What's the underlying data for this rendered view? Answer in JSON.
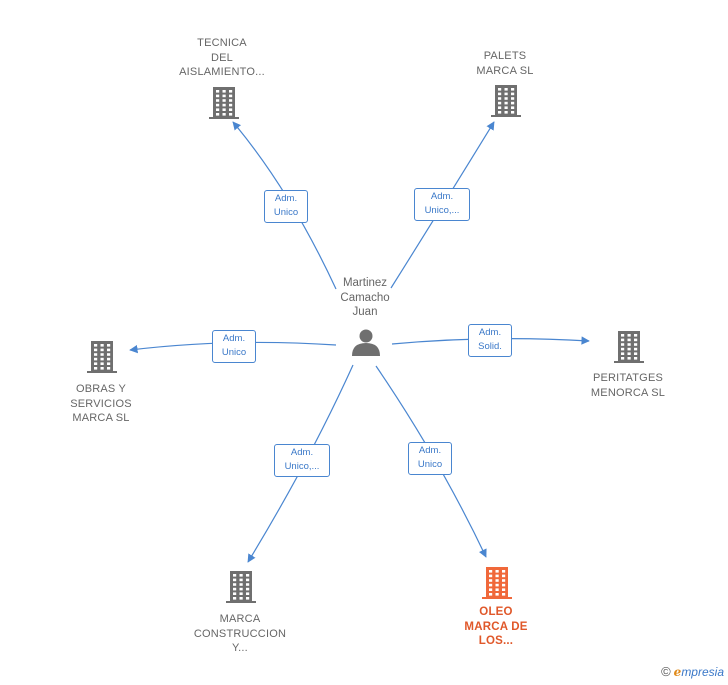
{
  "colors": {
    "edge": "#4a86d0",
    "building": "#6f6f6f",
    "focus_building": "#f0683a",
    "person": "#6f6f6f"
  },
  "person": {
    "name_lines": [
      "Martinez",
      "Camacho",
      "Juan"
    ],
    "icon": "person-icon"
  },
  "companies": [
    {
      "id": "tecnica",
      "lines": [
        "TECNICA",
        "DEL",
        "AISLAMIENTO..."
      ],
      "icon": "building-icon",
      "focus": false
    },
    {
      "id": "palets",
      "lines": [
        "PALETS",
        "MARCA SL"
      ],
      "icon": "building-icon",
      "focus": false
    },
    {
      "id": "obras",
      "lines": [
        "OBRAS Y",
        "SERVICIOS",
        "MARCA  SL"
      ],
      "icon": "building-icon",
      "focus": false
    },
    {
      "id": "peritatges",
      "lines": [
        "PERITATGES",
        "MENORCA  SL"
      ],
      "icon": "building-icon",
      "focus": false
    },
    {
      "id": "construccion",
      "lines": [
        "MARCA",
        "CONSTRUCCION",
        "Y..."
      ],
      "icon": "building-icon",
      "focus": false
    },
    {
      "id": "oleo",
      "lines": [
        "OLEO",
        "MARCA DE",
        "LOS..."
      ],
      "icon": "building-icon",
      "focus": true
    }
  ],
  "edges": [
    {
      "to": "tecnica",
      "lines": [
        "Adm.",
        "Unico"
      ]
    },
    {
      "to": "palets",
      "lines": [
        "Adm.",
        "Unico,..."
      ]
    },
    {
      "to": "obras",
      "lines": [
        "Adm.",
        "Unico"
      ]
    },
    {
      "to": "peritatges",
      "lines": [
        "Adm.",
        "Solid."
      ]
    },
    {
      "to": "construccion",
      "lines": [
        "Adm.",
        "Unico,..."
      ]
    },
    {
      "to": "oleo",
      "lines": [
        "Adm.",
        "Unico"
      ]
    }
  ],
  "brand": {
    "copyright": "©",
    "e": "e",
    "rest": "mpresia"
  }
}
